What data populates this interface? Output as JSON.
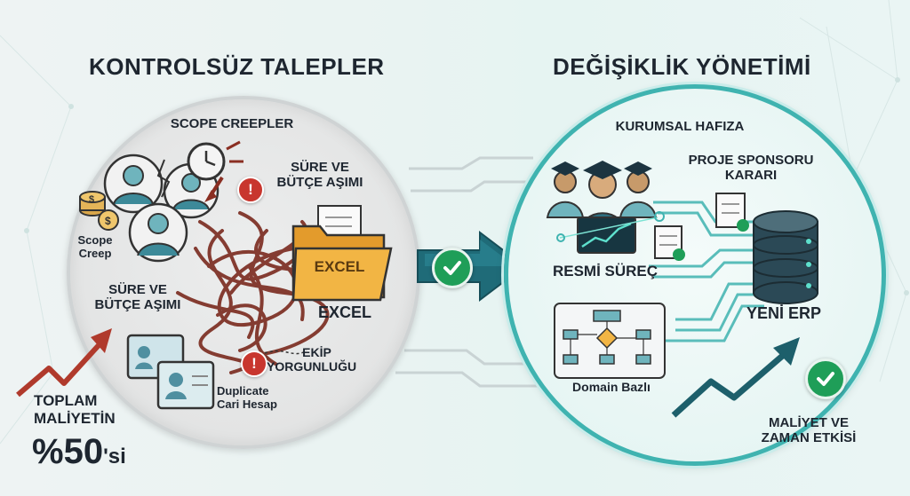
{
  "left": {
    "title": "KONTROLSÜZ TALEPLER",
    "scope_creepler": "SCOPE CREEPLER",
    "scope_creep_line1": "Scope",
    "scope_creep_line2": "Creep",
    "sure_butce_1_l1": "SÜRE VE",
    "sure_butce_1_l2": "BÜTÇE AŞIMI",
    "sure_butce_2_l1": "SÜRE VE",
    "sure_butce_2_l2": "BÜTÇE AŞIMI",
    "excel_folder": "EXCEL",
    "excel_label": "EXCEL",
    "ekip_l1": "EKİP",
    "ekip_l2": "YORGUNLUĞU",
    "duplicate_l1": "Duplicate",
    "duplicate_l2": "Cari Hesap",
    "toplam_l1": "TOPLAM",
    "toplam_l2": "MALİYETİN",
    "percent": "%50",
    "percent_suffix": "'si",
    "alert_mark": "!"
  },
  "right": {
    "title": "DEĞİŞİKLİK YÖNETİMİ",
    "kurumsal": "KURUMSAL HAFIZA",
    "proje_l1": "PROJE SPONSORU",
    "proje_l2": "KARARI",
    "resmi": "RESMİ SÜREÇ",
    "yeni_erp": "YENİ ERP",
    "domain": "Domain Bazlı",
    "maliyet_l1": "MALİYET VE",
    "maliyet_l2": "ZAMAN ETKİSİ"
  },
  "colors": {
    "teal": "#3fb3b0",
    "dark_teal": "#1d5f6b",
    "alert_red": "#c8362e",
    "check_green": "#1f9e58",
    "red_wire": "#7a2a1e",
    "folder": "#f2b544"
  },
  "icons": [
    "clock-icon",
    "coin-stack-icon",
    "folder-icon",
    "document-icon",
    "id-card-icon",
    "graduation-cap-icon",
    "database-icon",
    "flowchart-icon",
    "trend-arrow-icon",
    "check-icon",
    "alert-icon",
    "arrow-right-icon"
  ]
}
